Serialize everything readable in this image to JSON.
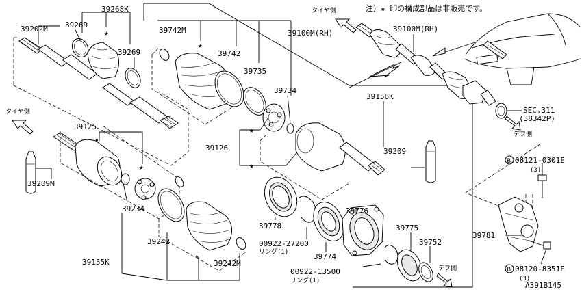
{
  "notice": "注）★ 印の構成部品は非販売です。",
  "drawing_code": "A391B145",
  "direction_labels": {
    "tire_top": "タイヤ側",
    "tire_left": "タイヤ側",
    "diff_right": "デフ側",
    "diff_bottom": "デフ側"
  },
  "callouts": {
    "p39202M": "39202M",
    "p39268K": "39268K",
    "p39269a": "39269",
    "p39269b": "39269",
    "p39742M": "39742M",
    "p39742": "39742",
    "p39735": "39735",
    "p39734": "39734",
    "p39100M_main": "39100M(RH)",
    "p39100M_top": "39100M(RH)",
    "p39156K": "39156K",
    "p39125": "39125",
    "p39126": "39126",
    "p39209": "39209",
    "p39209M": "39209M",
    "p39234": "39234",
    "p39242": "39242",
    "p39242M": "39242M",
    "p39155K": "39155K",
    "p39778": "39778",
    "p39776": "39776",
    "p00922_27200": "00922-27200",
    "ring_1a": "リング(1)",
    "p39774": "39774",
    "p00922_13500": "00922-13500",
    "ring_1b": "リング(1)",
    "p39775": "39775",
    "p39752": "39752",
    "sec311": "SEC.311",
    "sec311_sub": "(38342P)",
    "bolt_top": "08121-0301E",
    "bolt_top_qty": "(3)",
    "bolt_bottom": "08120-8351E",
    "bolt_bottom_qty": "(3)",
    "bolt_marker": "B",
    "p39781": "39781"
  }
}
